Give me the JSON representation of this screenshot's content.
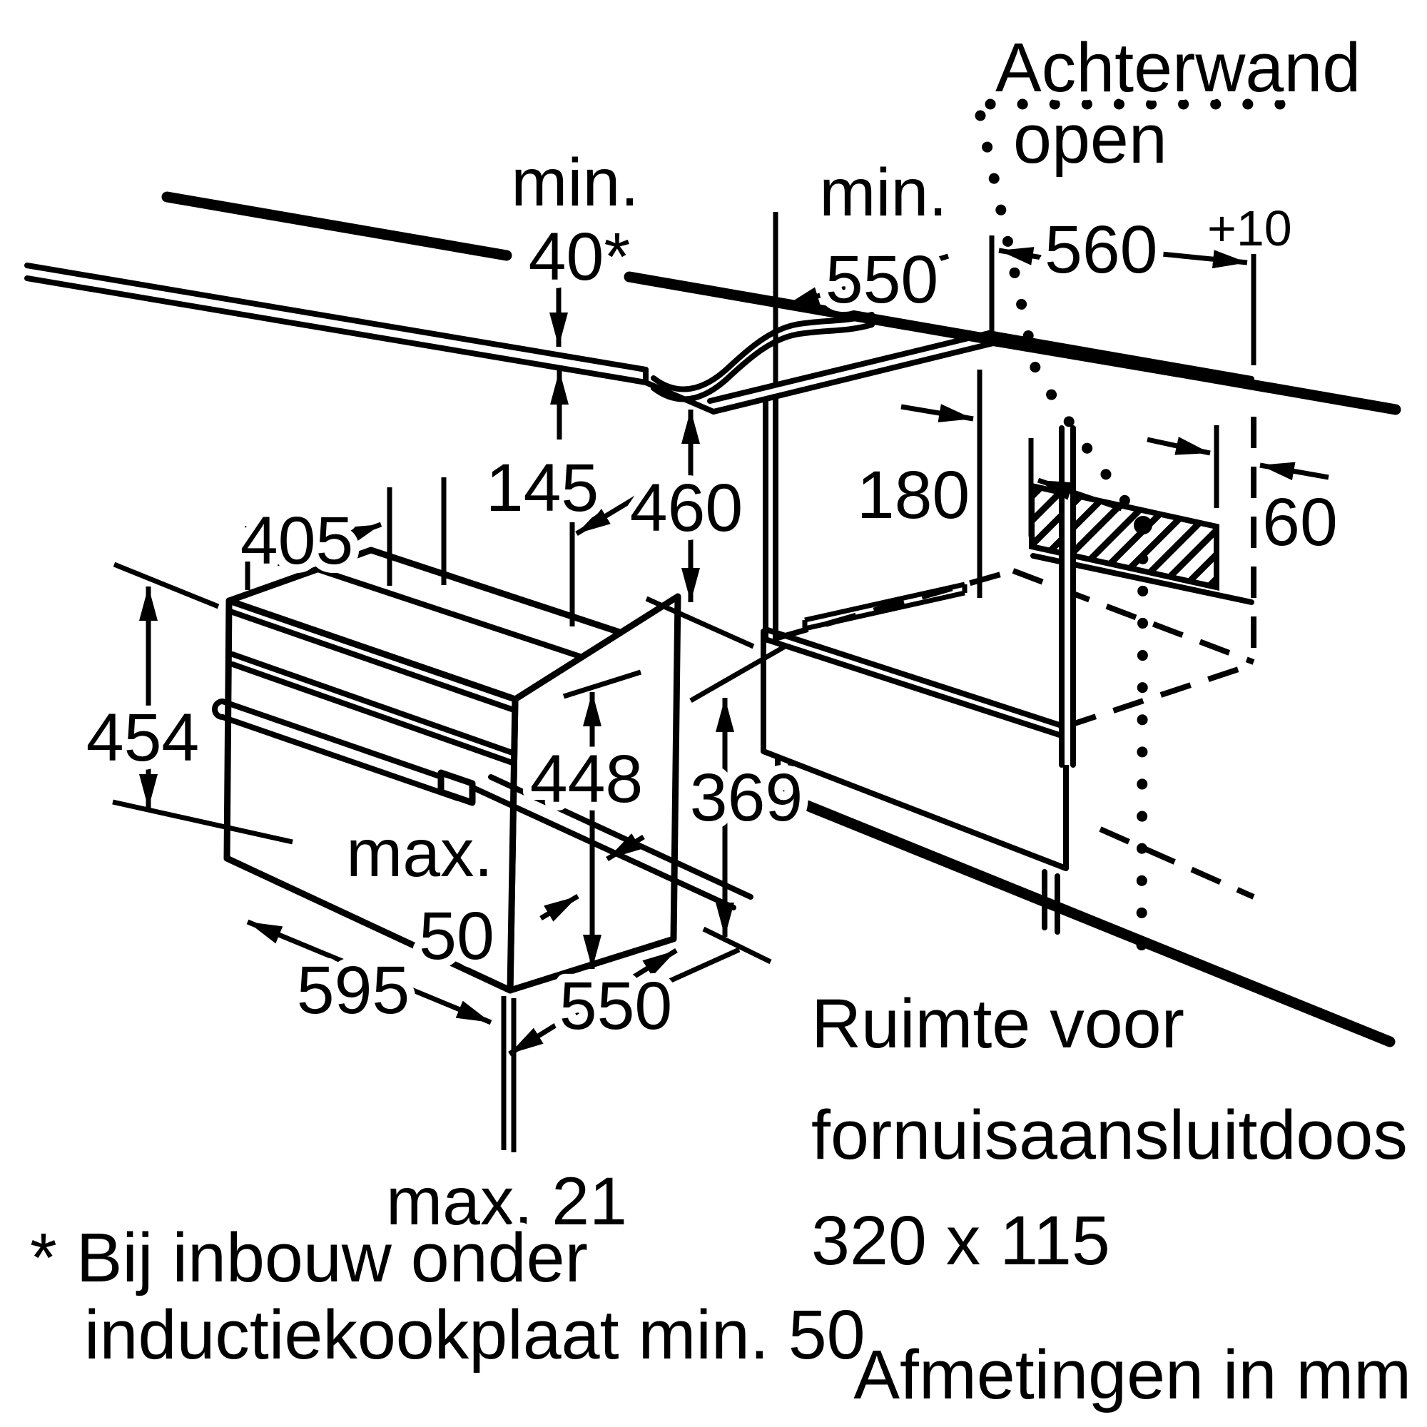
{
  "diagram": {
    "type": "installation-dimension-drawing",
    "units_note": "Afmetingen in mm",
    "colors": {
      "line": "#000000",
      "background": "#ffffff"
    },
    "annotations": {
      "achterwand": "Achterwand",
      "open": "open",
      "ruimte_line1": "Ruimte voor",
      "ruimte_line2": "fornuisaansluitdoos",
      "ruimte_line3": "320 x 115",
      "footnote_line1": "* Bij inbouw onder",
      "footnote_line2": "inductiekookplaat min. 50"
    },
    "dimensions": {
      "min40_prefix": "min.",
      "min40_value": "40*",
      "min550_prefix": "min.",
      "min550_value": "550",
      "d560_value": "560",
      "d560_tolerance": "+10",
      "d145": "145",
      "d405": "405",
      "d460": "460",
      "d180": "180",
      "d60": "60",
      "d454": "454",
      "d448": "448",
      "d369": "369",
      "max50_prefix": "max.",
      "max50_value": "50",
      "d595": "595",
      "d550_bottom": "550",
      "max21": "max. 21"
    }
  }
}
